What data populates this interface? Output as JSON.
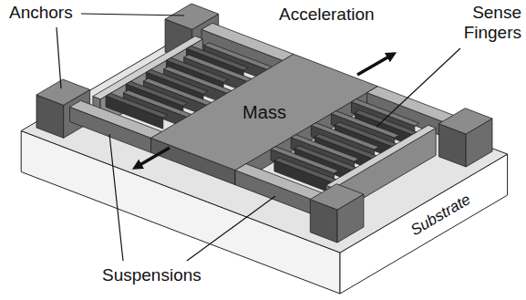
{
  "diagram": {
    "nodes": [
      {
        "text": [
          "Mass"
        ]
      },
      {
        "text": [
          "Substrate"
        ]
      }
    ],
    "labels": [
      "Anchors",
      "Acceleration",
      "Sense Fingers",
      "Suspensions"
    ]
  }
}
